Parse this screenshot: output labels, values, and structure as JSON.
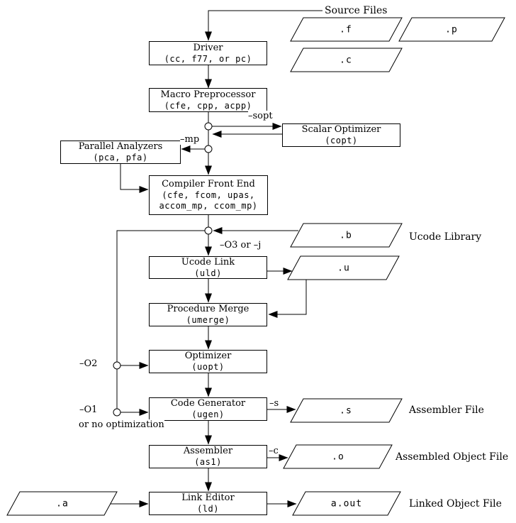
{
  "boxes": [
    {
      "title": "Driver",
      "sub": "(cc, f77, or pc)"
    },
    {
      "title": "Macro Preprocessor",
      "sub": "(cfe, cpp, acpp)"
    },
    {
      "title": "Scalar Optimizer",
      "sub": "(copt)"
    },
    {
      "title": "Parallel Analyzers",
      "sub": "(pca, pfa)"
    },
    {
      "title": "Compiler Front End",
      "sub": "(cfe, fcom, upas,",
      "sub2": "accom_mp, ccom_mp)"
    },
    {
      "title": "Ucode Link",
      "sub": "(uld)"
    },
    {
      "title": "Procedure Merge",
      "sub": "(umerge)"
    },
    {
      "title": "Optimizer",
      "sub": "(uopt)"
    },
    {
      "title": "Code Generator",
      "sub": "(ugen)"
    },
    {
      "title": "Assembler",
      "sub": "(as1)"
    },
    {
      "title": "Link Editor",
      "sub": "(ld)"
    }
  ],
  "files": [
    {
      "label": ".f"
    },
    {
      "label": ".p"
    },
    {
      "label": ".c"
    },
    {
      "label": ".b"
    },
    {
      "label": ".u"
    },
    {
      "label": ".s"
    },
    {
      "label": ".o"
    },
    {
      "label": "a.out"
    },
    {
      "label": ".a"
    }
  ],
  "annotations": {
    "source_files": "Source Files",
    "ucode_library": "Ucode Library",
    "assembler_file": "Assembler File",
    "assembled_object_file": "Assembled Object File",
    "linked_object_file": "Linked Object File"
  },
  "edge_labels": {
    "sopt": "–sopt",
    "mp": "–mp",
    "o3": "–O3 or –j",
    "o2": "–O2",
    "o1": "–O1",
    "o1_note": "or no optimization",
    "s": "–s",
    "c": "–c"
  },
  "colors": {
    "line": "#000000",
    "background": "#ffffff",
    "box_border": "#000000",
    "box_fill": "#ffffff"
  }
}
